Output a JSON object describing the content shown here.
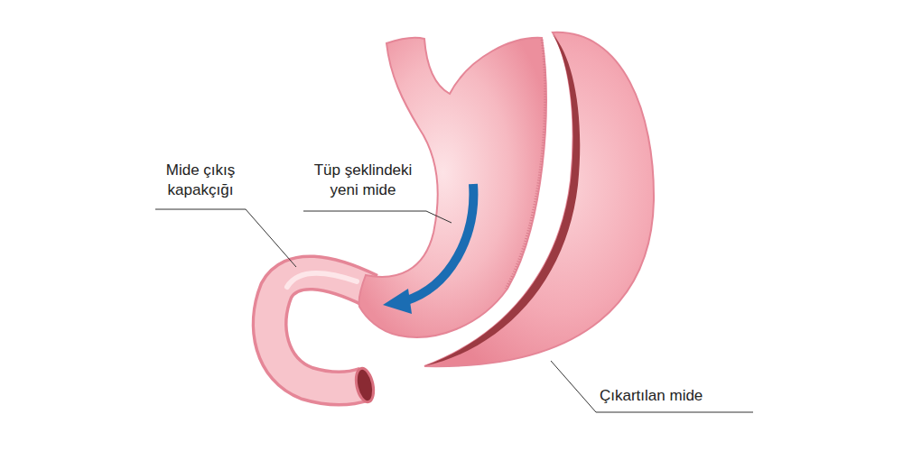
{
  "diagram": {
    "labels": [
      "Mide çıkış kapakçığı",
      "Tüp şeklindeki yeni mide",
      "Çıkartılan mide"
    ]
  }
}
